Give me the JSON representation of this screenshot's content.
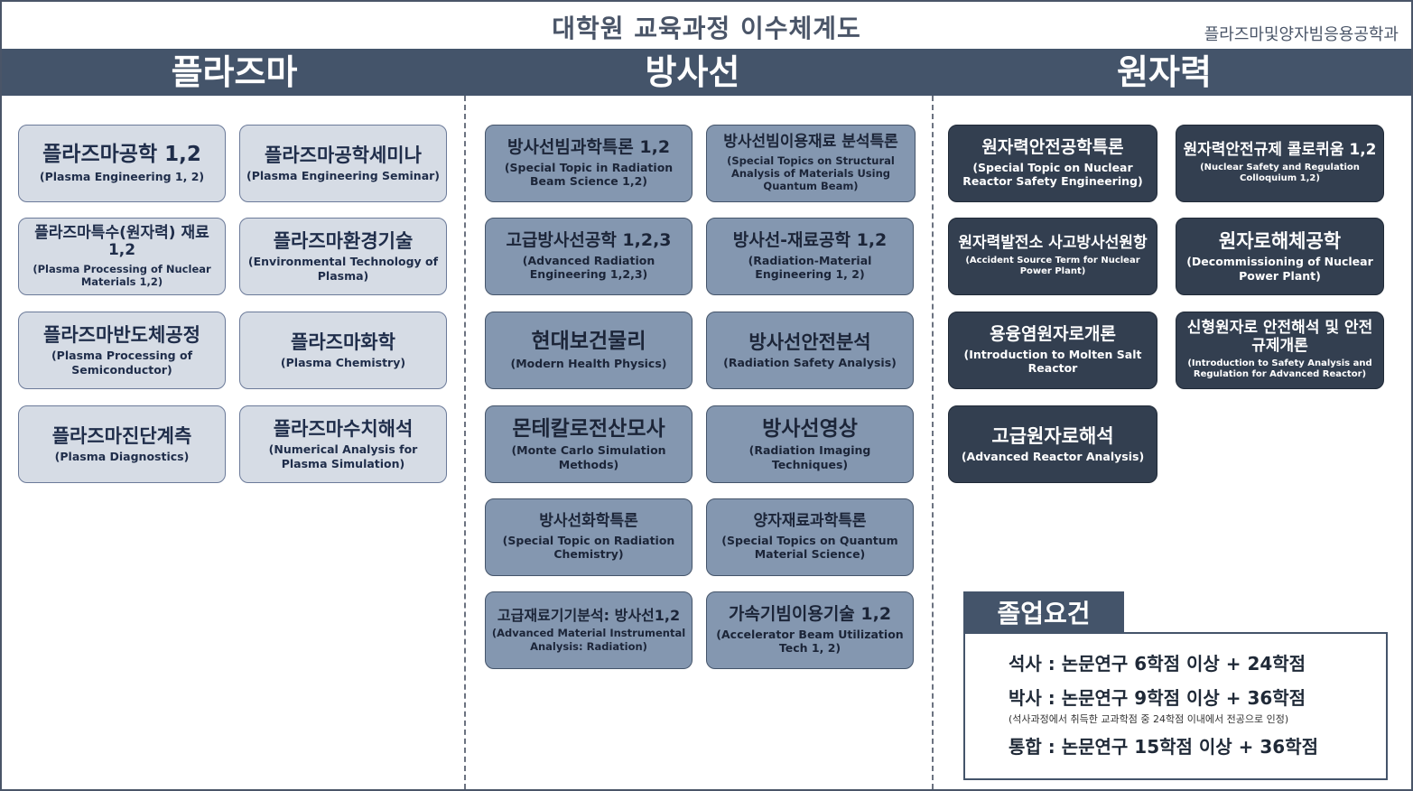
{
  "header": {
    "title": "대학원 교육과정 이수체계도",
    "department": "플라즈마및양자빔응용공학과"
  },
  "columns": [
    {
      "title": "플라즈마",
      "courses": [
        {
          "ko": "플라즈마공학 1,2",
          "en": "(Plasma Engineering 1, 2)"
        },
        {
          "ko": "플라즈마공학세미나",
          "en": "(Plasma Engineering Seminar)"
        },
        {
          "ko": "플라즈마특수(원자력) 재료 1,2",
          "en": "(Plasma Processing of Nuclear Materials 1,2)"
        },
        {
          "ko": "플라즈마환경기술",
          "en": "(Environmental Technology of Plasma)"
        },
        {
          "ko": "플라즈마반도체공정",
          "en": "(Plasma Processing of Semiconductor)"
        },
        {
          "ko": "플라즈마화학",
          "en": "(Plasma Chemistry)"
        },
        {
          "ko": "플라즈마진단계측",
          "en": "(Plasma Diagnostics)"
        },
        {
          "ko": "플라즈마수치해석",
          "en": "(Numerical Analysis for Plasma Simulation)"
        }
      ]
    },
    {
      "title": "방사선",
      "courses": [
        {
          "ko": "방사선빔과학특론 1,2",
          "en": "(Special Topic in Radiation Beam Science 1,2)"
        },
        {
          "ko": "방사선빔이용재료 분석특론",
          "en": "(Special Topics on Structural Analysis of Materials Using Quantum Beam)"
        },
        {
          "ko": "고급방사선공학 1,2,3",
          "en": "(Advanced Radiation Engineering 1,2,3)"
        },
        {
          "ko": "방사선-재료공학 1,2",
          "en": "(Radiation-Material Engineering 1, 2)"
        },
        {
          "ko": "현대보건물리",
          "en": "(Modern Health Physics)"
        },
        {
          "ko": "방사선안전분석",
          "en": "(Radiation Safety Analysis)"
        },
        {
          "ko": "몬테칼로전산모사",
          "en": "(Monte Carlo Simulation Methods)"
        },
        {
          "ko": "방사선영상",
          "en": "(Radiation Imaging Techniques)"
        },
        {
          "ko": "방사선화학특론",
          "en": "(Special Topic on Radiation Chemistry)"
        },
        {
          "ko": "양자재료과학특론",
          "en": "(Special Topics on Quantum Material Science)"
        },
        {
          "ko": "고급재료기기분석: 방사선1,2",
          "en": "(Advanced Material Instrumental Analysis: Radiation)"
        },
        {
          "ko": "가속기빔이용기술 1,2",
          "en": "(Accelerator Beam Utilization Tech 1, 2)"
        }
      ]
    },
    {
      "title": "원자력",
      "courses": [
        {
          "ko": "원자력안전공학특론",
          "en": "(Special Topic on Nuclear Reactor Safety Engineering)"
        },
        {
          "ko": "원자력안전규제 콜로퀴움 1,2",
          "en": "(Nuclear Safety and Regulation Colloquium 1,2)"
        },
        {
          "ko": "원자력발전소 사고방사선원항",
          "en": "(Accident Source Term for Nuclear Power Plant)"
        },
        {
          "ko": "원자로해체공학",
          "en": "(Decommissioning of Nuclear Power Plant)"
        },
        {
          "ko": "용융염원자로개론",
          "en": "(Introduction to Molten Salt Reactor"
        },
        {
          "ko": "신형원자로 안전해석 및 안전규제개론",
          "en": "(Introduction to Safety Analysis and Regulation for Advanced Reactor)"
        },
        {
          "ko": "고급원자로해석",
          "en": "(Advanced Reactor Analysis)"
        }
      ]
    }
  ],
  "graduation": {
    "title": "졸업요건",
    "masters": "석사 : 논문연구 6학점 이상 + 24학점",
    "phd": "박사 : 논문연구 9학점 이상 + 36학점",
    "phd_note": "(석사과정에서 취득한 교과학점 중 24학점 이내에서 전공으로 인정)",
    "integrated": "통합 : 논문연구 15학점 이상 + 36학점"
  }
}
